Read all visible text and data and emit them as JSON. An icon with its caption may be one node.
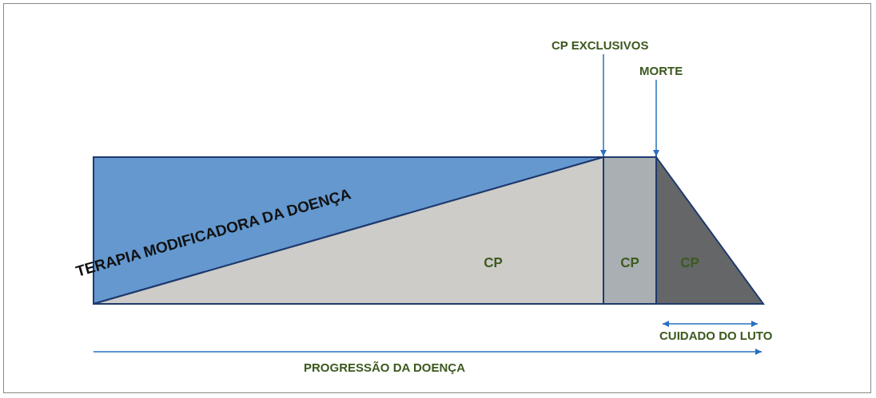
{
  "diagram": {
    "nodes": [
      {
        "text": [
          "TERAPIA MODIFICADORA DA DOENÇA"
        ]
      },
      {
        "text": [
          "CP"
        ]
      },
      {
        "text": [
          "CP"
        ]
      },
      {
        "text": [
          "CP"
        ]
      },
      {
        "text": [
          "CP EXCLUSIVOS"
        ]
      },
      {
        "text": [
          "MORTE"
        ]
      }
    ],
    "edges": [
      {
        "from": 4,
        "to": 2,
        "arrow": "to"
      },
      {
        "from": 5,
        "to": 3,
        "arrow": "to"
      }
    ],
    "labels": [
      "CUIDADO DO LUTO",
      "PROGRESSÃO DA DOENÇA"
    ]
  }
}
